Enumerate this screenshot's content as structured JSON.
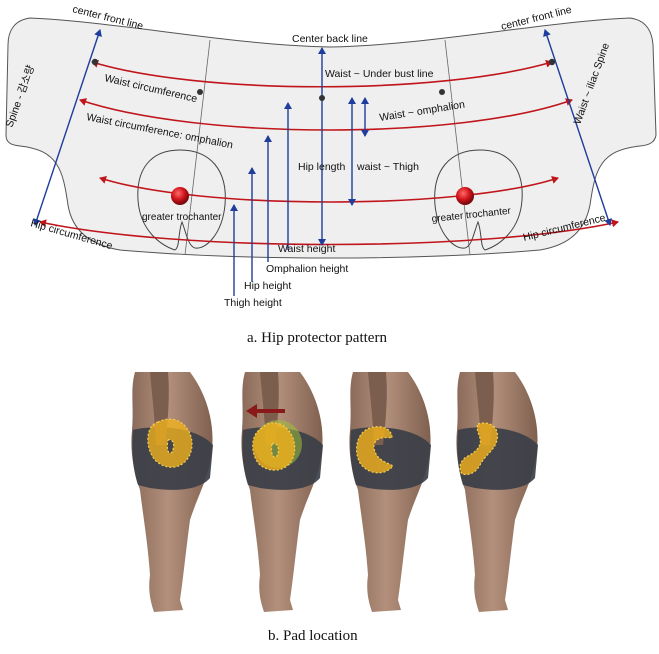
{
  "pattern": {
    "labels": {
      "center_front_left": "center front line",
      "center_front_right": "center front line",
      "center_back": "Center back line",
      "waist_underbust": "Waist ~ Under bust line",
      "waist_circ": "Waist circumference",
      "waist_omphalion": "Waist ~ omphalion",
      "waist_circ_omphalion": "Waist circumference: omphalion",
      "spine_left": "Spine - 감소량",
      "waist_iliac": "Waist ~ iliac Spine",
      "hip_length": "Hip length",
      "waist_thigh": "waist ~ Thigh",
      "greater_troch_left": "greater trochanter",
      "greater_troch_right": "greater trochanter",
      "hip_circ_left": "Hip circumference",
      "hip_circ_right": "Hip circumference",
      "waist_height": "Waist height",
      "omphalion_height": "Omphalion height",
      "hip_height": "Hip height",
      "thigh_height": "Thigh height"
    },
    "caption": "a.  Hip  protector  pattern"
  },
  "pads": {
    "caption": "b.  Pad  location"
  },
  "colors": {
    "pattern_fill": "#efefef",
    "red_line": "#c0151b",
    "blue_line": "#1e3d9c",
    "pad_yellow": "#f2b21c",
    "pad_green": "#9fbf3a",
    "skin": "#a88571",
    "shorts": "#3b3f48"
  }
}
